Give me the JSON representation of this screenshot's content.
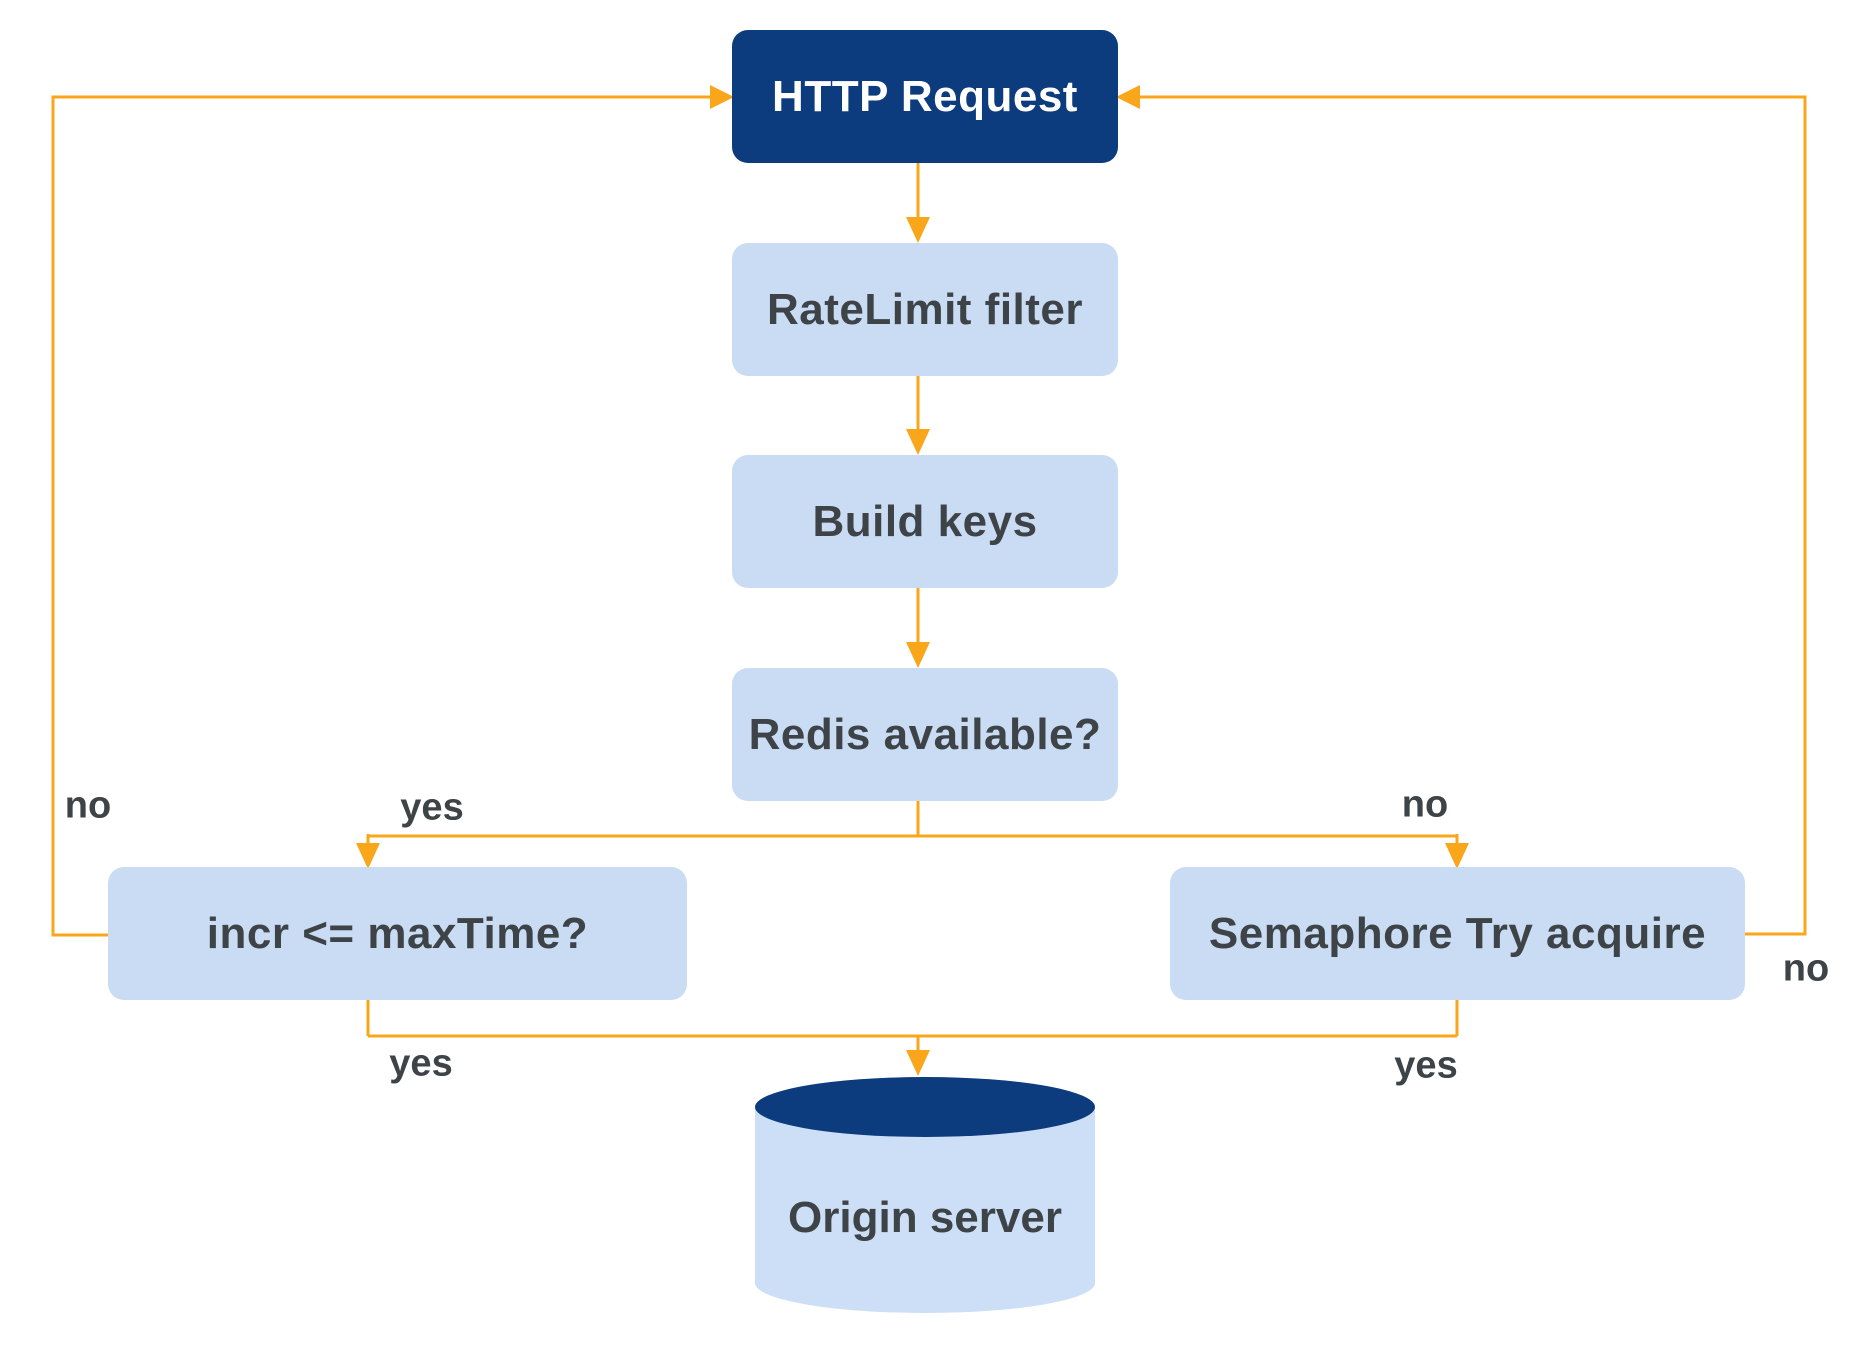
{
  "diagram": {
    "nodes": {
      "http_request": "HTTP Request",
      "ratelimit_filter": "RateLimit filter",
      "build_keys": "Build keys",
      "redis_available": "Redis available?",
      "incr_max_time": "incr <= maxTime?",
      "semaphore_try_acquire": "Semaphore Try acquire",
      "origin_server": "Origin server"
    },
    "edge_labels": {
      "incr_loop_no": "no",
      "redis_yes": "yes",
      "redis_no": "no",
      "semaphore_loop_no": "no",
      "incr_yes": "yes",
      "semaphore_yes": "yes"
    },
    "colors": {
      "navy": "#0C3B7E",
      "light-blue": "#C9DCF4",
      "cyl-body": "#CDDFF6",
      "arrow": "#FAA61A",
      "text-dark": "#3E4347",
      "text-light": "#FFFFFF",
      "bg": "#FFFFFF"
    }
  }
}
